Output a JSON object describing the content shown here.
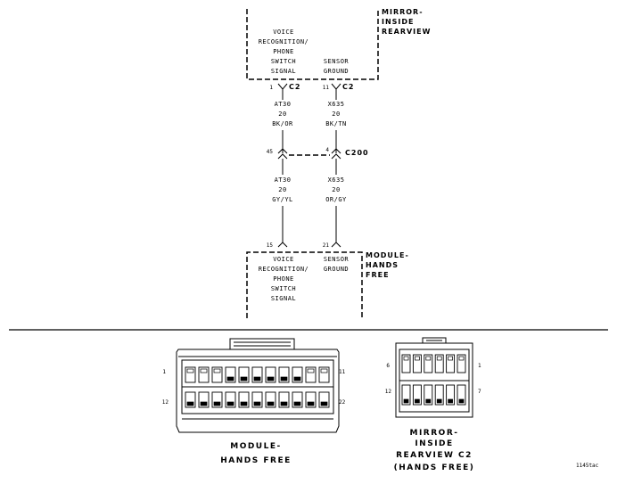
{
  "mirror": {
    "title": [
      "MIRROR-",
      "INSIDE",
      "REARVIEW"
    ],
    "pin_left_label": [
      "VOICE",
      "RECOGNITION/",
      "PHONE",
      "SWITCH",
      "SIGNAL"
    ],
    "pin_right_label": [
      "SENSOR",
      "GROUND"
    ],
    "pin_left": "1",
    "pin_right": "11",
    "connector": "C2"
  },
  "wire_upper": {
    "left": [
      "AT30",
      "20",
      "BK/OR"
    ],
    "right": [
      "X635",
      "20",
      "BK/TN"
    ]
  },
  "c200": {
    "name": "C200",
    "pin_left": "45",
    "pin_right": "4"
  },
  "wire_lower": {
    "left": [
      "AT30",
      "20",
      "GY/YL"
    ],
    "right": [
      "X635",
      "20",
      "OR/GY"
    ]
  },
  "module": {
    "title": [
      "MODULE-",
      "HANDS",
      "FREE"
    ],
    "pin_left": "15",
    "pin_right": "21",
    "pin_left_label": [
      "VOICE",
      "RECOGNITION/",
      "PHONE",
      "SWITCH",
      "SIGNAL"
    ],
    "pin_right_label": [
      "SENSOR",
      "GROUND"
    ]
  },
  "connector_views": {
    "module": {
      "caption": [
        "MODULE-",
        "HANDS FREE"
      ],
      "pins": [
        "1",
        "11",
        "12",
        "22"
      ]
    },
    "mirror": {
      "caption": [
        "MIRROR-",
        "INSIDE",
        "REARVIEW C2",
        "(HANDS FREE)"
      ],
      "pins": [
        "6",
        "1",
        "12",
        "7"
      ]
    }
  },
  "figure_id": "1145tac"
}
